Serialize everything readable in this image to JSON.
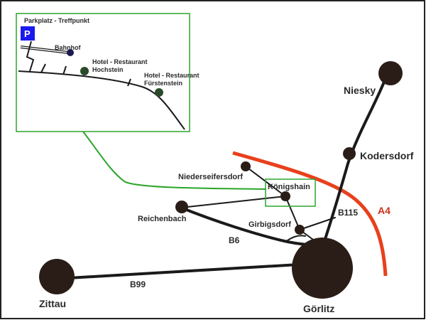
{
  "towns": {
    "goerlitz": "Görlitz",
    "zittau": "Zittau",
    "niesky": "Niesky",
    "kodersdorf": "Kodersdorf",
    "niederseifersdorf": "Niederseifersdorf",
    "koenigshain": "Königshain",
    "reichenbach": "Reichenbach",
    "girbigsdorf": "Girbigsdorf"
  },
  "roads": {
    "b6": "B6",
    "b99": "B99",
    "b115": "B115",
    "a4": "A4"
  },
  "inset": {
    "parking_symbol": "P",
    "parking_label": "Parkplatz - Treffpunkt",
    "bahnhof": "Bahnhof",
    "hotel_1_line1": "Hotel - Restaurant",
    "hotel_1_line2": "Hochstein",
    "hotel_2_line1": "Hotel - Restaurant",
    "hotel_2_line2": "Fürstenstein"
  },
  "colors": {
    "autobahn": "#e8401c",
    "inset_frame": "#2aa52a",
    "parking": "#1a1aee",
    "town": "#2a1d18"
  }
}
